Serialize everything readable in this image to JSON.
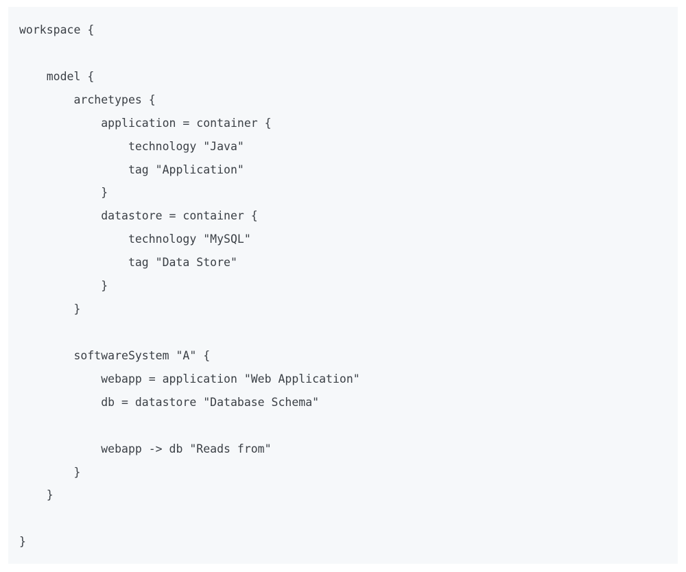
{
  "code_block": {
    "lines": [
      "workspace {",
      "",
      "    model {",
      "        archetypes {",
      "            application = container {",
      "                technology \"Java\"",
      "                tag \"Application\"",
      "            }",
      "            datastore = container {",
      "                technology \"MySQL\"",
      "                tag \"Data Store\"",
      "            }",
      "        }",
      "",
      "        softwareSystem \"A\" {",
      "            webapp = application \"Web Application\"",
      "            db = datastore \"Database Schema\"",
      "",
      "            webapp -> db \"Reads from\"",
      "        }",
      "    }",
      "",
      "}"
    ]
  }
}
